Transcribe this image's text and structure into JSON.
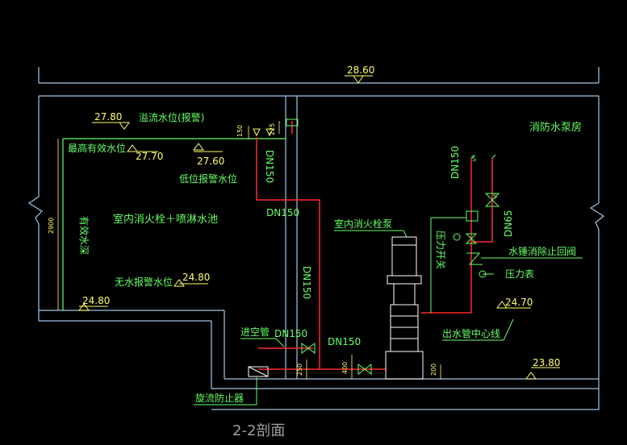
{
  "colors": {
    "background": "#000000",
    "structure": "#9fc7e6",
    "pipe": "#ff2a2a",
    "annotation": "#66ff66",
    "elevation": "#ffff66",
    "pump": "#ffffff",
    "title": "#a0a0a0"
  },
  "elevations": {
    "roof": "28.60",
    "overflow_value": "27.80",
    "max_effective_value": "27.70",
    "low_alarm_value": "27.60",
    "no_water_value": "24.80",
    "tank_bottom": "24.80",
    "outlet_center": "24.70",
    "floor": "23.80"
  },
  "labels": {
    "overflow_level": "溢流水位(报警)",
    "max_effective_level": "最高有效水位",
    "low_alarm_level": "低位报警水位",
    "pool": "室内消火栓＋喷淋水池",
    "no_water_alarm": "无水报警水位",
    "effective_volume": "有效水深",
    "room": "消防水泵房",
    "pump": "室内消火栓泵",
    "pressure_switch": "压力开关",
    "check_valve": "水锤消除止回阀",
    "pressure_gauge": "压力表",
    "outlet_center": "出水管中心线",
    "vent_pipe": "进空管",
    "vortex_preventer": "旋流防止器",
    "section_title": "2-2剖面"
  },
  "pipe_sizes": {
    "riser_upper": "DN150",
    "riser_mid": "DN150",
    "riser_lower": "DN150",
    "suction_left": "DN150",
    "suction_right": "DN150",
    "discharge": "DN150",
    "branch": "DN65"
  },
  "dimensions": {
    "tank_depth": "2900",
    "d_150": "150",
    "d_225": "225",
    "d_250": "250",
    "d_400": "400",
    "d_200": "200"
  }
}
